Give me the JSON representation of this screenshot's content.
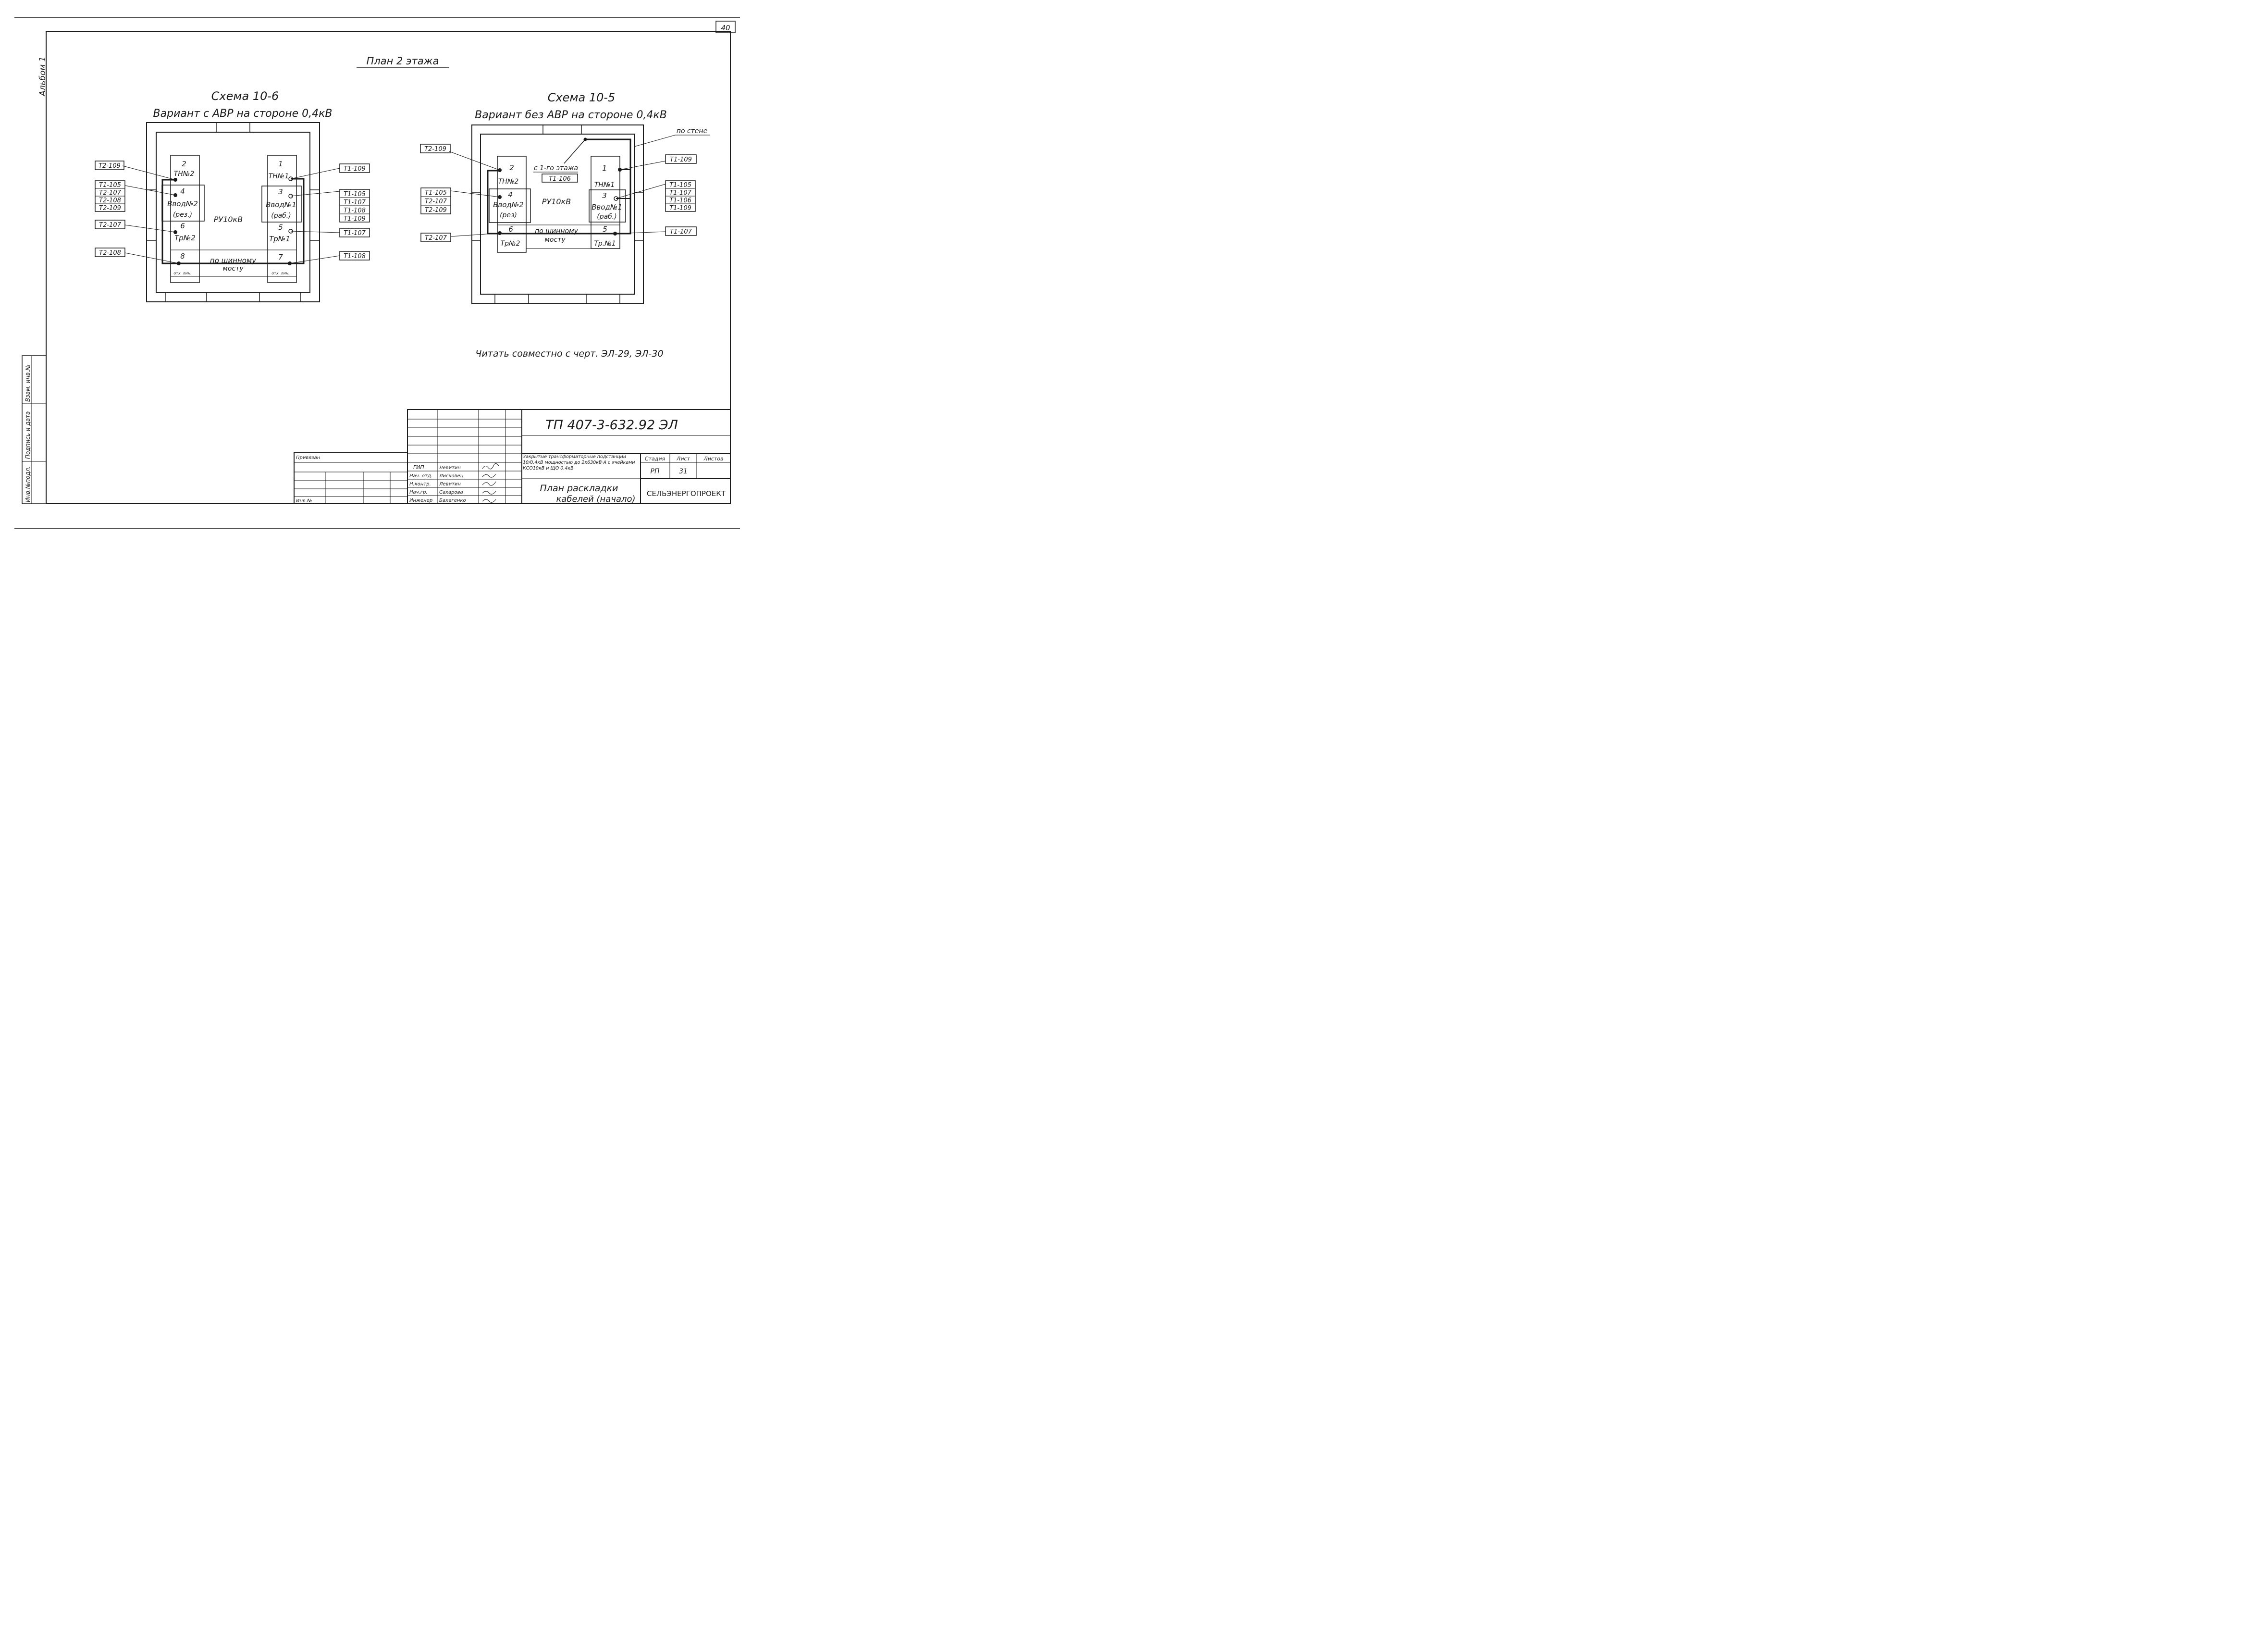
{
  "sheet_number": "40",
  "album_label": "Альбом 1",
  "plan_title": "План 2 этажа",
  "left_scheme": {
    "title": "Схема 10-6",
    "subtitle": "Вариант с АВР на стороне 0,4кВ",
    "room_label": "РУ10кВ",
    "cells": {
      "c2": {
        "num": "2",
        "name": "ТН№2"
      },
      "c4": {
        "num": "4",
        "name": "Ввод№2",
        "note": "(рез.)"
      },
      "c6": {
        "num": "6",
        "name": "Тр№2"
      },
      "c8": {
        "num": "8",
        "name": "отх. лин."
      },
      "c1": {
        "num": "1",
        "name": "ТН№1"
      },
      "c3": {
        "num": "3",
        "name": "Ввод№1",
        "note": "(раб.)"
      },
      "c5": {
        "num": "5",
        "name": "Тр№1"
      },
      "c7": {
        "num": "7",
        "name": "отх. лин."
      }
    },
    "busbar_label_1": "по шинному",
    "busbar_label_2": "мосту",
    "tags_left": [
      "Т2-109",
      "Т1-105",
      "Т2-107",
      "Т2-108",
      "Т2-109",
      "Т2-107",
      "Т2-108"
    ],
    "tags_right": [
      "Т1-109",
      "Т1-105",
      "Т1-107",
      "Т1-108",
      "Т1-109",
      "Т1-107",
      "Т1-108"
    ]
  },
  "right_scheme": {
    "title": "Схема 10-5",
    "subtitle": "Вариант без АВР на стороне 0,4кВ",
    "room_label": "РУ10кВ",
    "wall_label": "по стене",
    "floor1_label": "с 1-го этажа",
    "floor1_tag": "Т1-106",
    "cells": {
      "c2": {
        "num": "2",
        "name": "ТН№2"
      },
      "c4": {
        "num": "4",
        "name": "Ввод№2",
        "note": "(рез)"
      },
      "c6": {
        "num": "6",
        "name": "Тр№2"
      },
      "c1": {
        "num": "1",
        "name": "ТН№1"
      },
      "c3": {
        "num": "3",
        "name": "Ввод№1",
        "note": "(раб.)"
      },
      "c5": {
        "num": "5",
        "name": "Тр.№1"
      }
    },
    "busbar_label_1": "по шинному",
    "busbar_label_2": "мосту",
    "tags_left": [
      "Т2-109",
      "Т1-105",
      "Т2-107",
      "Т2-109",
      "Т2-107"
    ],
    "tags_right": [
      "Т1-109",
      "Т1-105",
      "Т1-107",
      "Т1-106",
      "Т1-109",
      "Т1-107"
    ]
  },
  "note": "Читать совместно с черт. ЭЛ-29, ЭЛ-30",
  "stamp": {
    "doc_code": "ТП 407-3-632.92 ЭЛ",
    "description": "Закрытые трансформаторные подстанции 10/0,4кВ мощностью до 2х630кВ·А с ячейками КСО10кВ и ЩО 0,4кВ",
    "sheet_title_1": "План раскладки",
    "sheet_title_2": "кабелей (начало)",
    "stage_header": "Стадия",
    "sheet_header": "Лист",
    "sheets_header": "Листов",
    "stage_value": "РП",
    "sheet_value": "31",
    "organization": "СЕЛЬЭНЕРГОПРОЕКТ",
    "bound_label": "Привязан",
    "inv_label": "Инв.№",
    "roles": [
      {
        "role": "ГИП",
        "name": "Левитин"
      },
      {
        "role": "Нач. отд.",
        "name": "Лисковец"
      },
      {
        "role": "Н.контр.",
        "name": "Левитин"
      },
      {
        "role": "Нач.гр.",
        "name": "Сахарова"
      },
      {
        "role": "Инженер",
        "name": "Балагенко"
      }
    ]
  },
  "side_stamp": [
    "Инв.№подл.",
    "Подпись и дата",
    "Взам. инв.№"
  ]
}
